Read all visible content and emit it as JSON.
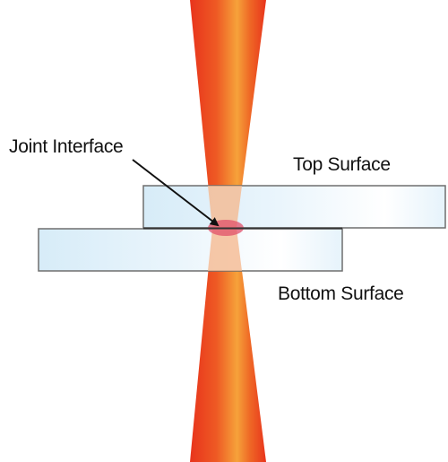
{
  "labels": {
    "joint_interface": "Joint Interface",
    "top_surface": "Top Surface",
    "bottom_surface": "Bottom Surface"
  },
  "colors": {
    "beam_edge": "#E8341C",
    "beam_core": "#F6A23A",
    "plate_fill_light": "#FFFFFF",
    "plate_fill_blue": "#DDEFF9",
    "plate_stroke": "#6E6E6E",
    "interface_spot": "#E0506A",
    "arrow": "#111111"
  }
}
